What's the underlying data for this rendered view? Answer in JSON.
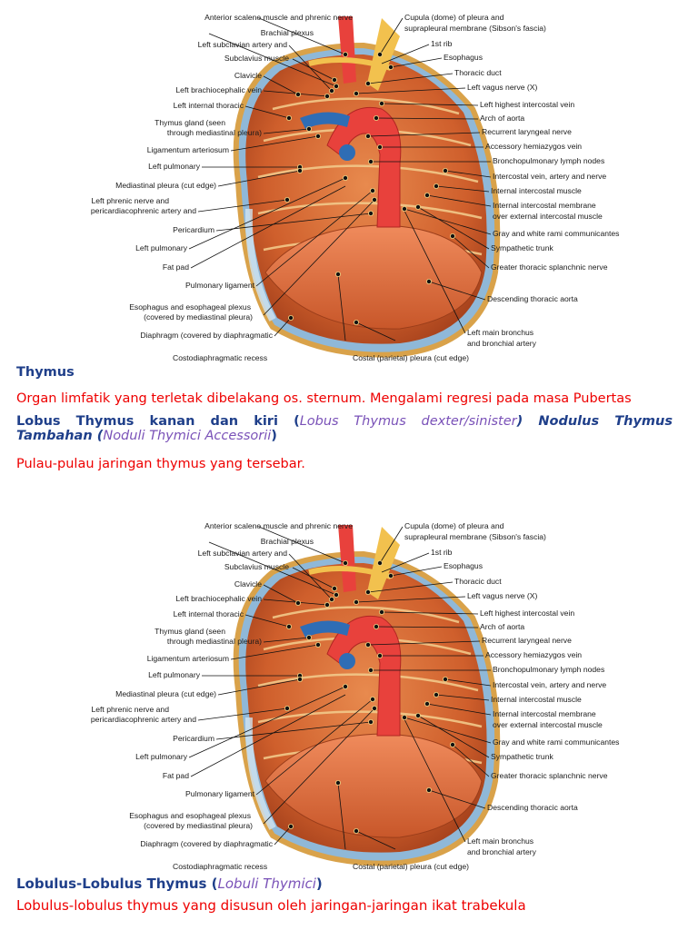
{
  "figures": [
    {
      "labels_left": [
        "Anterior scalene muscle and phrenic nerve",
        "Brachial plexus",
        "Left subclavian artery and",
        "Subclavius muscle",
        "Clavicle",
        "Left brachiocephalic vein",
        "Left internal thoracic",
        "Thymus gland (seen",
        "through mediastinal pleura)",
        "Ligamentum arteriosum",
        "Left pulmonary",
        "Mediastinal pleura (cut edge)",
        "Left phrenic nerve and",
        "pericardiacophrenic artery and",
        "Pericardium",
        "Left pulmonary",
        "Fat pad",
        "Pulmonary ligament",
        "Esophagus and esophageal plexus",
        "(covered by mediastinal pleura)",
        "Diaphragm (covered by diaphragmatic"
      ],
      "labels_right": [
        "Cupula (dome) of pleura and",
        "suprapleural membrane (Sibson's fascia)",
        "1st rib",
        "Esophagus",
        "Thoracic duct",
        "Left vagus nerve (X)",
        "Left highest intercostal vein",
        "Arch of aorta",
        "Recurrent laryngeal nerve",
        "Accessory hemiazygos vein",
        "Bronchopulmonary lymph nodes",
        "Intercostal vein, artery and nerve",
        "Internal intercostal muscle",
        "Internal intercostal membrane",
        "over external intercostal muscle",
        "Gray and white rami communicantes",
        "Sympathetic trunk",
        "Greater thoracic splanchnic nerve",
        "Descending thoracic aorta",
        "Left main bronchus",
        "and bronchial artery"
      ],
      "labels_bottom": [
        "Costodiaphragmatic recess",
        "Costal (parietal) pleura (cut edge)"
      ]
    },
    {
      "labels_left": [
        "Anterior scalene muscle and phrenic nerve",
        "Brachial plexus",
        "Left subclavian artery and",
        "Subclavius muscle",
        "Clavicle",
        "Left brachiocephalic vein",
        "Left internal thoracic",
        "Thymus gland (seen",
        "through mediastinal pleura)",
        "Ligamentum arteriosum",
        "Left pulmonary",
        "Mediastinal pleura (cut edge)",
        "Left phrenic nerve and",
        "pericardiacophrenic artery and",
        "Pericardium",
        "Left pulmonary",
        "Fat pad",
        "Pulmonary ligament",
        "Esophagus and esophageal plexus",
        "(covered by mediastinal pleura)",
        "Diaphragm (covered by diaphragmatic"
      ],
      "labels_right": [
        "Cupula (dome) of pleura and",
        "suprapleural membrane (Sibson's fascia)",
        "1st rib",
        "Esophagus",
        "Thoracic duct",
        "Left vagus nerve (X)",
        "Left highest intercostal vein",
        "Arch of aorta",
        "Recurrent laryngeal nerve",
        "Accessory hemiazygos vein",
        "Bronchopulmonary lymph nodes",
        "Intercostal vein, artery and nerve",
        "Internal intercostal muscle",
        "Internal intercostal membrane",
        "over external intercostal muscle",
        "Gray and white rami communicantes",
        "Sympathetic trunk",
        "Greater thoracic splanchnic nerve",
        "Descending thoracic aorta",
        "Left main bronchus",
        "and bronchial artery"
      ],
      "labels_bottom": [
        "Costodiaphragmatic recess",
        "Costal (parietal) pleura (cut edge)"
      ]
    }
  ],
  "section1": {
    "heading": "Thymus",
    "desc": "Organ limfatik yang terletak dibelakang os. sternum. Mengalami regresi pada masa Pubertas",
    "lobus_prefix": "Lobus Thymus kanan dan kiri (",
    "lobus_latin": "Lobus Thymus dexter/sinister",
    "lobus_mid": ") Nodulus Thymus",
    "lobus_line2_a": "Tambahan (",
    "lobus_latin2": "Noduli Thymici Accessorii",
    "lobus_line2_b": ")",
    "pulau": "Pulau-pulau jaringan thymus yang tersebar."
  },
  "section2": {
    "heading_prefix": "Lobulus-Lobulus Thymus (",
    "heading_latin": "Lobuli Thymici",
    "heading_suffix": ")",
    "desc": "Lobulus-lobulus thymus yang disusun oleh jaringan-jaringan ikat trabekula"
  },
  "colors": {
    "heading_blue": "#1f3f8a",
    "text_red": "#ee0000",
    "latin_purple": "#7a52b8",
    "muscle": "#d2662e",
    "aorta": "#e8413c",
    "vein": "#2f6db5",
    "pleura": "#8fb8d8",
    "fat": "#f2c14e"
  }
}
